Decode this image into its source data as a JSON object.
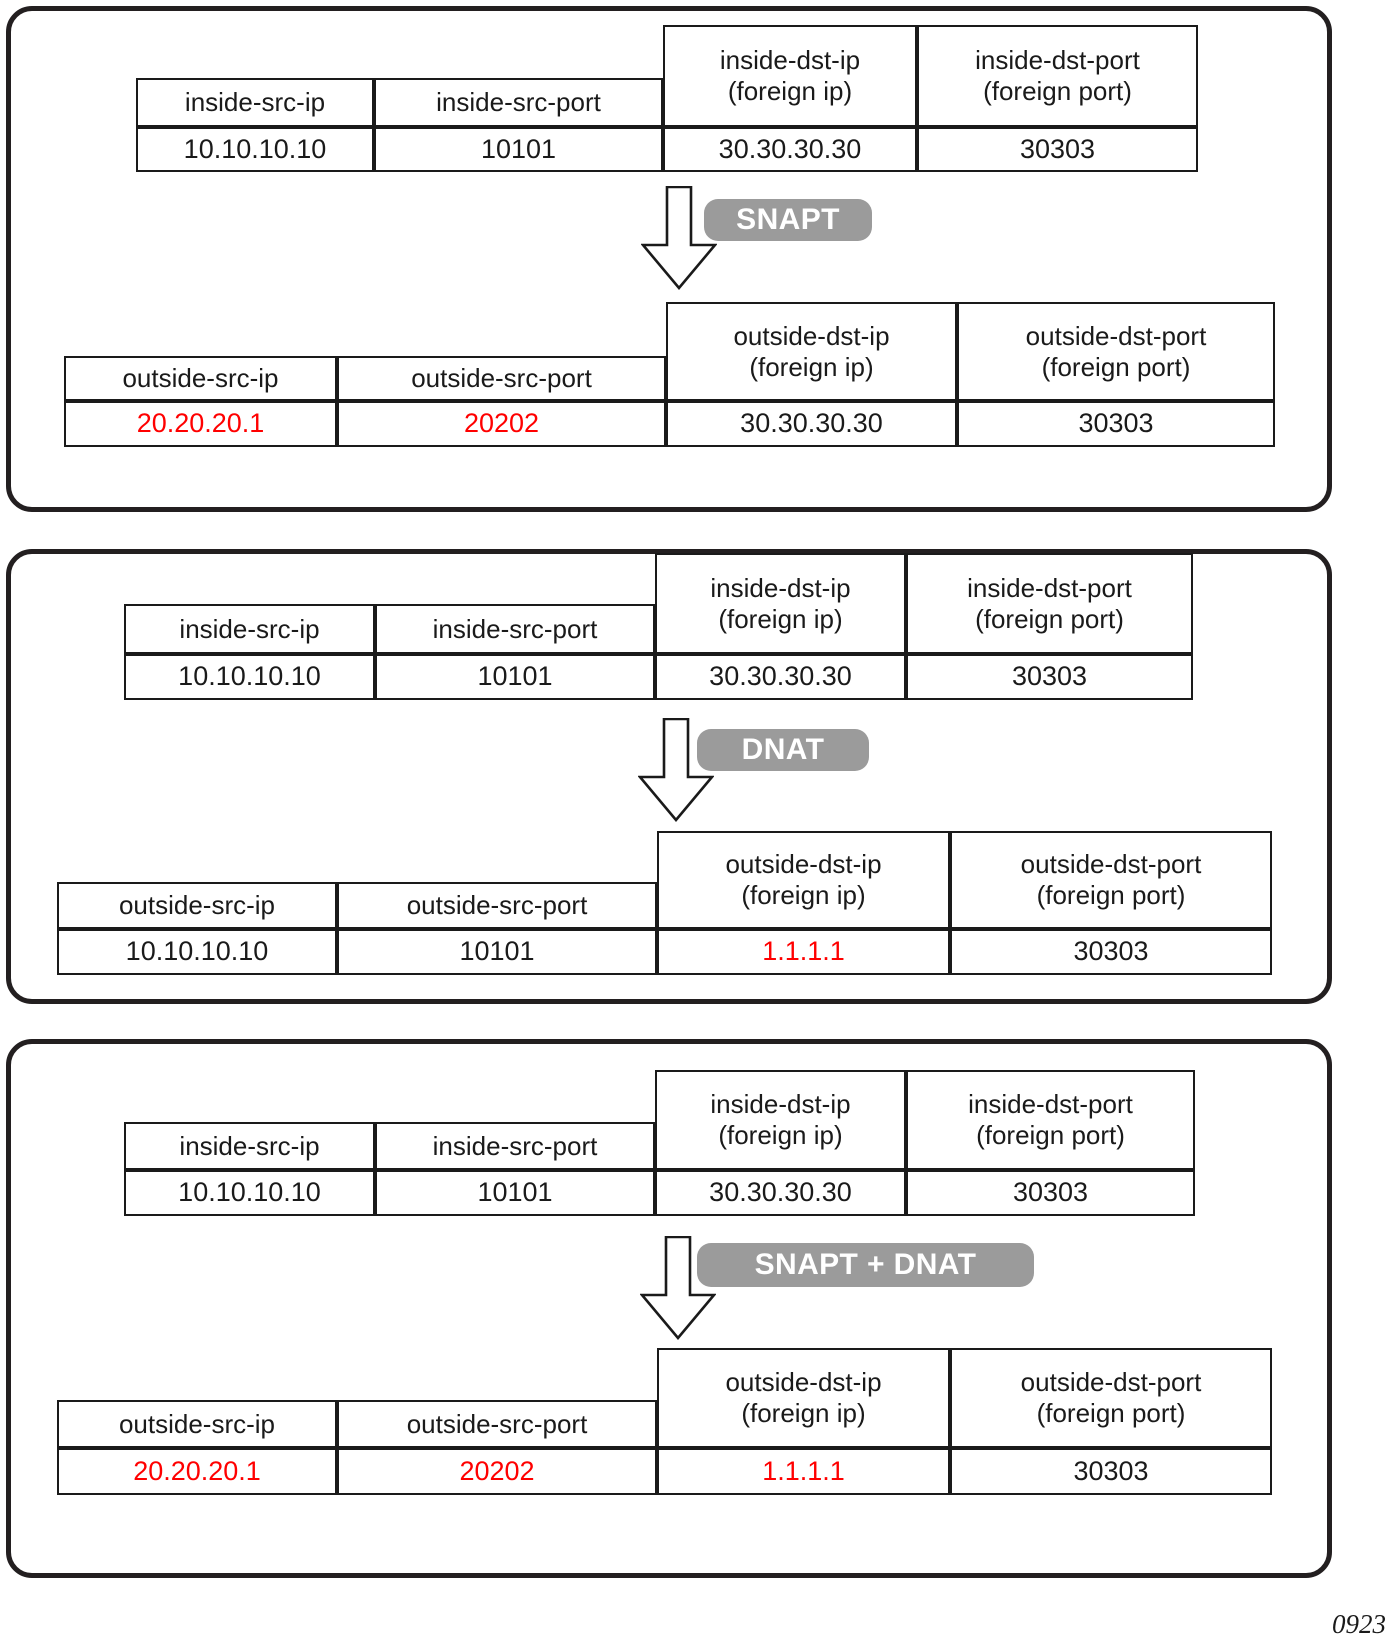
{
  "figure": {
    "footer_code": "0923",
    "accent_red": "#ff0000",
    "badge_gray": "#9b9b9b",
    "border_black": "#231f20"
  },
  "panels": [
    {
      "id": "snapt",
      "badge_label": "SNAPT",
      "arrow_icon": "down-block-arrow-icon",
      "before": {
        "headers": [
          {
            "line1": "inside-src-ip",
            "line2": ""
          },
          {
            "line1": "inside-src-port",
            "line2": ""
          },
          {
            "line1": "inside-dst-ip",
            "line2": "(foreign ip)"
          },
          {
            "line1": "inside-dst-port",
            "line2": "(foreign port)"
          }
        ],
        "values": [
          {
            "text": "10.10.10.10",
            "highlight": false
          },
          {
            "text": "10101",
            "highlight": false
          },
          {
            "text": "30.30.30.30",
            "highlight": false
          },
          {
            "text": "30303",
            "highlight": false
          }
        ]
      },
      "after": {
        "headers": [
          {
            "line1": "outside-src-ip",
            "line2": ""
          },
          {
            "line1": "outside-src-port",
            "line2": ""
          },
          {
            "line1": "outside-dst-ip",
            "line2": "(foreign ip)"
          },
          {
            "line1": "outside-dst-port",
            "line2": "(foreign port)"
          }
        ],
        "values": [
          {
            "text": "20.20.20.1",
            "highlight": true
          },
          {
            "text": "20202",
            "highlight": true
          },
          {
            "text": "30.30.30.30",
            "highlight": false
          },
          {
            "text": "30303",
            "highlight": false
          }
        ]
      }
    },
    {
      "id": "dnat",
      "badge_label": "DNAT",
      "arrow_icon": "down-block-arrow-icon",
      "before": {
        "headers": [
          {
            "line1": "inside-src-ip",
            "line2": ""
          },
          {
            "line1": "inside-src-port",
            "line2": ""
          },
          {
            "line1": "inside-dst-ip",
            "line2": "(foreign ip)"
          },
          {
            "line1": "inside-dst-port",
            "line2": "(foreign port)"
          }
        ],
        "values": [
          {
            "text": "10.10.10.10",
            "highlight": false
          },
          {
            "text": "10101",
            "highlight": false
          },
          {
            "text": "30.30.30.30",
            "highlight": false
          },
          {
            "text": "30303",
            "highlight": false
          }
        ]
      },
      "after": {
        "headers": [
          {
            "line1": "outside-src-ip",
            "line2": ""
          },
          {
            "line1": "outside-src-port",
            "line2": ""
          },
          {
            "line1": "outside-dst-ip",
            "line2": "(foreign ip)"
          },
          {
            "line1": "outside-dst-port",
            "line2": "(foreign port)"
          }
        ],
        "values": [
          {
            "text": "10.10.10.10",
            "highlight": false
          },
          {
            "text": "10101",
            "highlight": false
          },
          {
            "text": "1.1.1.1",
            "highlight": true
          },
          {
            "text": "30303",
            "highlight": false
          }
        ]
      }
    },
    {
      "id": "snapt-dnat",
      "badge_label": "SNAPT + DNAT",
      "arrow_icon": "down-block-arrow-icon",
      "before": {
        "headers": [
          {
            "line1": "inside-src-ip",
            "line2": ""
          },
          {
            "line1": "inside-src-port",
            "line2": ""
          },
          {
            "line1": "inside-dst-ip",
            "line2": "(foreign ip)"
          },
          {
            "line1": "inside-dst-port",
            "line2": "(foreign port)"
          }
        ],
        "values": [
          {
            "text": "10.10.10.10",
            "highlight": false
          },
          {
            "text": "10101",
            "highlight": false
          },
          {
            "text": "30.30.30.30",
            "highlight": false
          },
          {
            "text": "30303",
            "highlight": false
          }
        ]
      },
      "after": {
        "headers": [
          {
            "line1": "outside-src-ip",
            "line2": ""
          },
          {
            "line1": "outside-src-port",
            "line2": ""
          },
          {
            "line1": "outside-dst-ip",
            "line2": "(foreign ip)"
          },
          {
            "line1": "outside-dst-port",
            "line2": "(foreign port)"
          }
        ],
        "values": [
          {
            "text": "20.20.20.1",
            "highlight": true
          },
          {
            "text": "20202",
            "highlight": true
          },
          {
            "text": "1.1.1.1",
            "highlight": true
          },
          {
            "text": "30303",
            "highlight": false
          }
        ]
      }
    }
  ]
}
